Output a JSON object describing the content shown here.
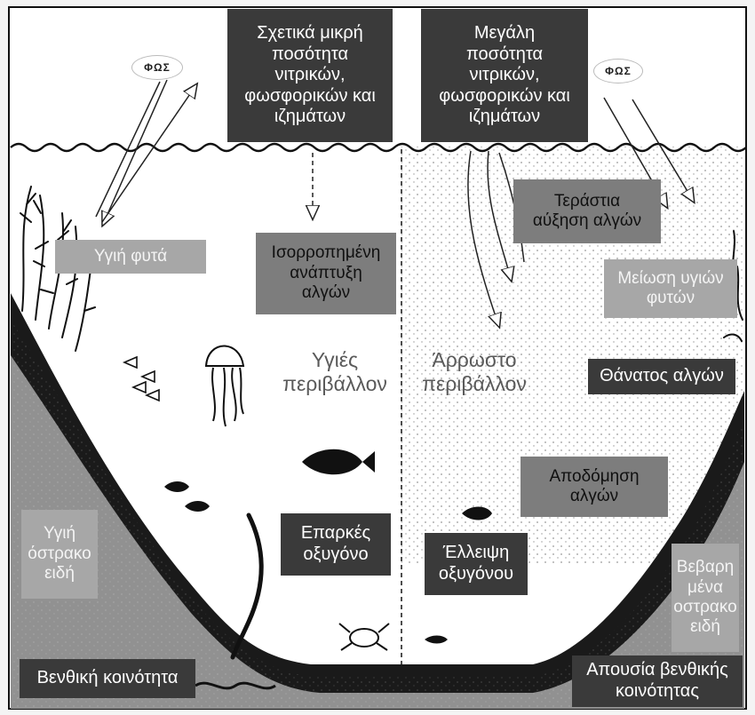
{
  "labels": {
    "light_left": "ΦΩΣ",
    "light_right": "ΦΩΣ",
    "low_nutrients": "Σχετικά μικρή\nποσότητα\nνιτρικών,\nφωσφορικών και\nιζημάτων",
    "high_nutrients": "Μεγάλη\nποσότητα\nνιτρικών,\nφωσφορικών και\nιζημάτων",
    "healthy_plants": "Υγιή φυτά",
    "balanced_algae": "Ισορροπημένη\nανάπτυξη\nαλγών",
    "algae_bloom": "Τεράστια\nαύξηση αλγών",
    "plant_decline": "Μείωση υγιών\nφυτών",
    "healthy_env": "Υγιές\nπεριβάλλον",
    "sick_env": "Άρρωστο\nπεριβάλλον",
    "algae_death": "Θάνατος αλγών",
    "algae_decomposition": "Αποδόμηση\nαλγών",
    "enough_oxygen": "Επαρκές\nοξυγόνο",
    "oxygen_lack": "Έλλειψη\nοξυγόνου",
    "healthy_shellfish": "Υγιή\nόστρακο\nειδή",
    "burdened_shellfish": "Βεβαρη\nμένα\nοστρακο\nειδή",
    "benthic_community": "Βενθική κοινότητα",
    "no_benthic": "Απουσία βενθικής\nκοινότητας"
  },
  "colors": {
    "dark_box": "#3a3a3a",
    "mid_box": "#7d7d7d",
    "light_box": "#a7a7a7",
    "environment_text": "#5a5a5a",
    "sediment": "#1a1a1a"
  }
}
